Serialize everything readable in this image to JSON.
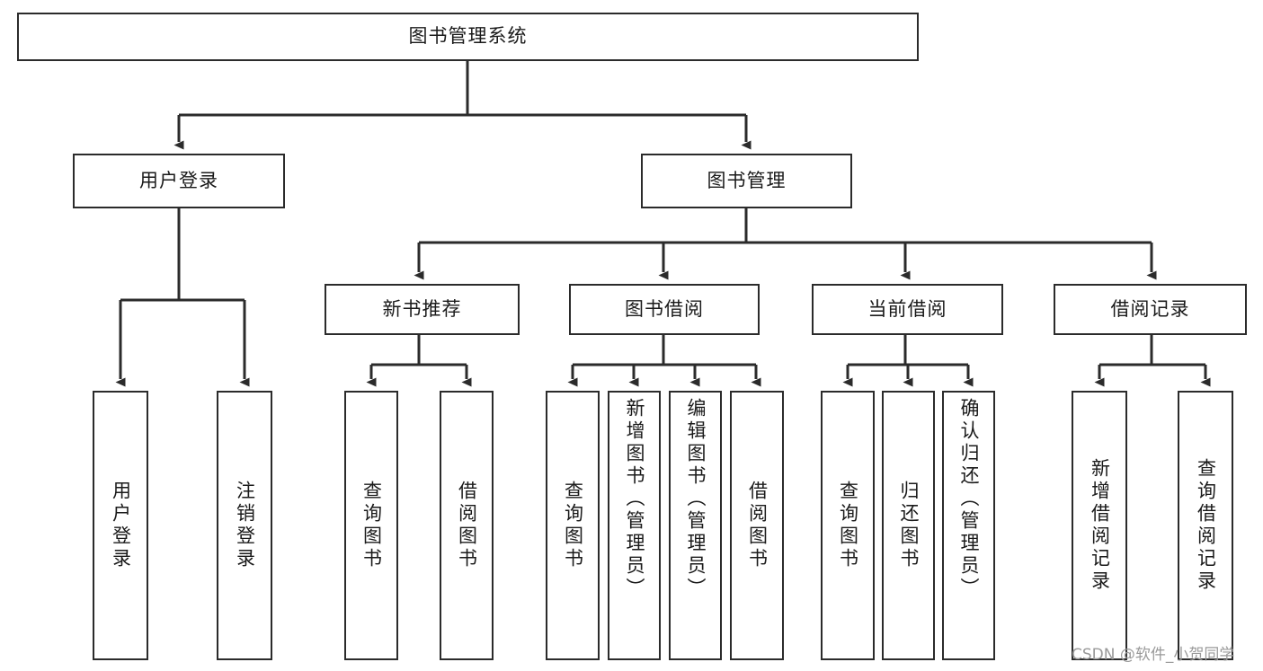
{
  "diagram": {
    "title": "图书管理系统",
    "type": "hierarchy-tree",
    "root": {
      "id": "root",
      "label": "图书管理系统",
      "orientation": "horizontal"
    },
    "level1": [
      {
        "id": "user-login",
        "label": "用户登录",
        "orientation": "horizontal"
      },
      {
        "id": "book-manage",
        "label": "图书管理",
        "orientation": "horizontal"
      }
    ],
    "level2": [
      {
        "id": "new-book-recommend",
        "label": "新书推荐",
        "parent": "book-manage",
        "orientation": "horizontal"
      },
      {
        "id": "book-borrow",
        "label": "图书借阅",
        "parent": "book-manage",
        "orientation": "horizontal"
      },
      {
        "id": "current-borrow",
        "label": "当前借阅",
        "parent": "book-manage",
        "orientation": "horizontal"
      },
      {
        "id": "borrow-record",
        "label": "借阅记录",
        "parent": "book-manage",
        "orientation": "horizontal"
      }
    ],
    "leaves": [
      {
        "id": "leaf-user-login",
        "label": "用户登录",
        "parent": "user-login",
        "orientation": "vertical"
      },
      {
        "id": "leaf-user-logout",
        "label": "注销登录",
        "parent": "user-login",
        "orientation": "vertical"
      },
      {
        "id": "leaf-query-book-1",
        "label": "查询图书",
        "parent": "new-book-recommend",
        "orientation": "vertical"
      },
      {
        "id": "leaf-borrow-book-1",
        "label": "借阅图书",
        "parent": "new-book-recommend",
        "orientation": "vertical"
      },
      {
        "id": "leaf-query-book-2",
        "label": "查询图书",
        "parent": "book-borrow",
        "orientation": "vertical"
      },
      {
        "id": "leaf-add-book",
        "label": "新增图书（管理员）",
        "parent": "book-borrow",
        "orientation": "vertical"
      },
      {
        "id": "leaf-edit-book",
        "label": "编辑图书（管理员）",
        "parent": "book-borrow",
        "orientation": "vertical"
      },
      {
        "id": "leaf-borrow-book-2",
        "label": "借阅图书",
        "parent": "book-borrow",
        "orientation": "vertical"
      },
      {
        "id": "leaf-query-book-3",
        "label": "查询图书",
        "parent": "current-borrow",
        "orientation": "vertical"
      },
      {
        "id": "leaf-return-book",
        "label": "归还图书",
        "parent": "current-borrow",
        "orientation": "vertical"
      },
      {
        "id": "leaf-confirm-return",
        "label": "确认归还（管理员）",
        "parent": "current-borrow",
        "orientation": "vertical"
      },
      {
        "id": "leaf-add-record",
        "label": "新增借阅记录",
        "parent": "borrow-record",
        "orientation": "vertical"
      },
      {
        "id": "leaf-query-record",
        "label": "查询借阅记录",
        "parent": "borrow-record",
        "orientation": "vertical"
      }
    ],
    "colors": {
      "node_border": "#2b2b2b",
      "node_fill": "#ffffff",
      "edge": "#2b2b2b",
      "text": "#1a1a1a",
      "background": "#ffffff",
      "watermark": "#9a9a9a"
    }
  },
  "watermark": {
    "text": "CSDN @软件_小贺同学"
  }
}
